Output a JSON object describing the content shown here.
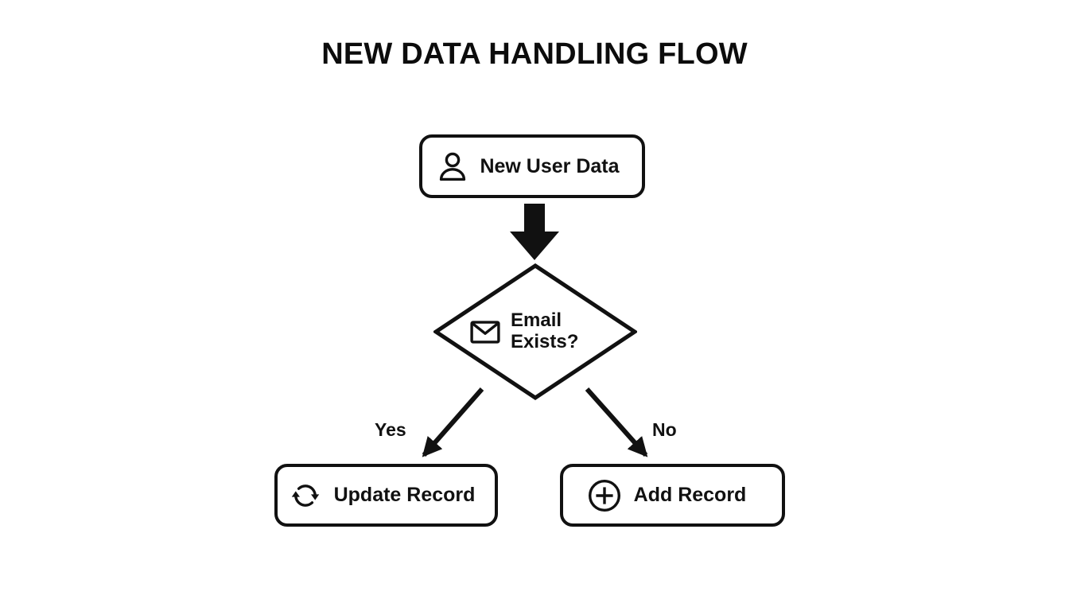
{
  "diagram": {
    "title": "NEW DATA HANDLING FLOW",
    "background_color": "#ffffff",
    "stroke_color": "#111111",
    "text_color": "#111111"
  },
  "nodes": {
    "start": {
      "label": "New User Data",
      "icon": "person-icon",
      "shape": "rounded-rectangle"
    },
    "decision": {
      "label": "Email\nExists?",
      "label_line1": "Email",
      "label_line2": "Exists?",
      "icon": "envelope-icon",
      "shape": "diamond"
    },
    "update": {
      "label": "Update Record",
      "icon": "refresh-icon",
      "shape": "rounded-rectangle"
    },
    "add": {
      "label": "Add Record",
      "icon": "plus-circle-icon",
      "shape": "rounded-rectangle"
    }
  },
  "edges": {
    "start_to_decision": {
      "label": ""
    },
    "decision_to_update": {
      "label": "Yes"
    },
    "decision_to_add": {
      "label": "No"
    }
  },
  "chart_data": {
    "type": "flowchart",
    "title": "NEW DATA HANDLING FLOW",
    "nodes": [
      {
        "id": "start",
        "text": "New User Data",
        "shape": "rounded-rectangle",
        "icon": "person-icon"
      },
      {
        "id": "decision",
        "text": "Email Exists?",
        "shape": "diamond",
        "icon": "envelope-icon"
      },
      {
        "id": "update",
        "text": "Update Record",
        "shape": "rounded-rectangle",
        "icon": "refresh-icon"
      },
      {
        "id": "add",
        "text": "Add Record",
        "shape": "rounded-rectangle",
        "icon": "plus-circle-icon"
      }
    ],
    "edges": [
      {
        "from": "start",
        "to": "decision",
        "label": ""
      },
      {
        "from": "decision",
        "to": "update",
        "label": "Yes"
      },
      {
        "from": "decision",
        "to": "add",
        "label": "No"
      }
    ]
  }
}
